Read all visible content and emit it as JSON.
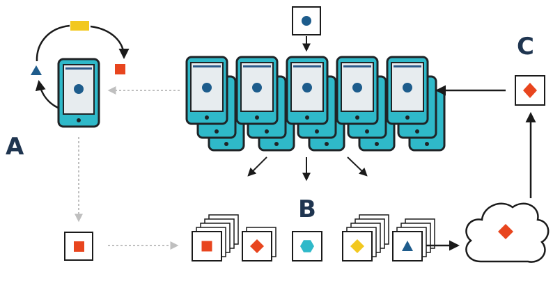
{
  "labels": {
    "a": "A",
    "b": "B",
    "c": "C"
  },
  "colors": {
    "phone_body": "#2fb9c9",
    "phone_outline": "#1f2326",
    "screen": "#e7ecef",
    "screen_bar": "#2d5a8a",
    "dot": "#1d5c8c",
    "red": "#e8451e",
    "yellow": "#f2c81f",
    "navy": "#1f5c8c",
    "cyan": "#2fb9c9",
    "gray_arrow": "#bfbfbf",
    "dark_arrow": "#1a1a1a",
    "label": "#1f3550"
  },
  "icons": {
    "cycle": [
      "yellow-rect-icon",
      "red-square-icon",
      "blue-triangle-icon"
    ],
    "top_input": "blue-dot-icon",
    "cloud_inner": "red-diamond-icon",
    "c_card": "red-diamond-icon",
    "left_card": "red-square-icon"
  },
  "b_row": [
    {
      "shape": "square",
      "color": "red",
      "stack": 4
    },
    {
      "shape": "diamond",
      "color": "red",
      "stack": 1
    },
    {
      "shape": "hexagon",
      "color": "cyan",
      "stack": 0
    },
    {
      "shape": "diamond",
      "color": "yellow",
      "stack": 4
    },
    {
      "shape": "triangle",
      "color": "navy",
      "stack": 3
    }
  ]
}
